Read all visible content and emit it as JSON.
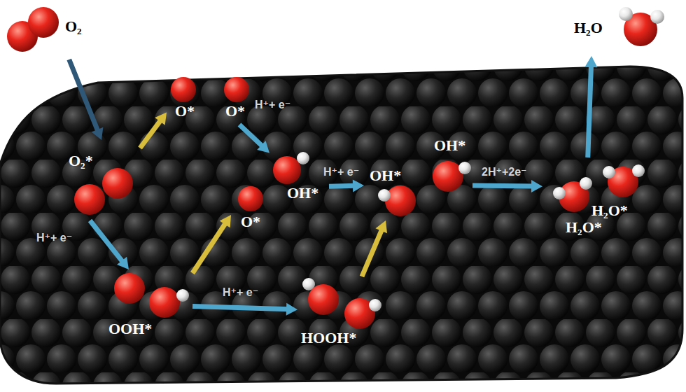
{
  "diagram": {
    "nodes": [
      {
        "text": [
          "O₂"
        ]
      },
      {
        "text": [
          "O₂*"
        ]
      },
      {
        "text": [
          "O*"
        ]
      },
      {
        "text": [
          "O*"
        ]
      },
      {
        "text": [
          "OH*"
        ]
      },
      {
        "text": [
          "O*"
        ]
      },
      {
        "text": [
          "OH*",
          "OH*"
        ]
      },
      {
        "text": [
          "H₂O*",
          "H₂O*"
        ]
      },
      {
        "text": [
          "H₂O"
        ]
      },
      {
        "text": [
          "OOH*"
        ]
      },
      {
        "text": [
          "HOOH*"
        ]
      }
    ],
    "edges": [
      {
        "from": 0,
        "to": 1,
        "arrow": "to"
      },
      {
        "from": 1,
        "to": 2,
        "arrow": "to"
      },
      {
        "from": 3,
        "to": 4,
        "arrow": "to",
        "label": "H⁺+ e⁻"
      },
      {
        "from": 4,
        "to": 6,
        "arrow": "to",
        "label": "H⁺+ e⁻"
      },
      {
        "from": 6,
        "to": 7,
        "arrow": "to",
        "label": "2H⁺+2e⁻"
      },
      {
        "from": 7,
        "to": 8,
        "arrow": "to"
      },
      {
        "from": 1,
        "to": 9,
        "arrow": "to",
        "label": "H⁺+ e⁻"
      },
      {
        "from": 9,
        "to": 5,
        "arrow": "to"
      },
      {
        "from": 9,
        "to": 10,
        "arrow": "to",
        "label": "H⁺+ e⁻"
      },
      {
        "from": 10,
        "to": 6,
        "arrow": "to"
      }
    ]
  }
}
